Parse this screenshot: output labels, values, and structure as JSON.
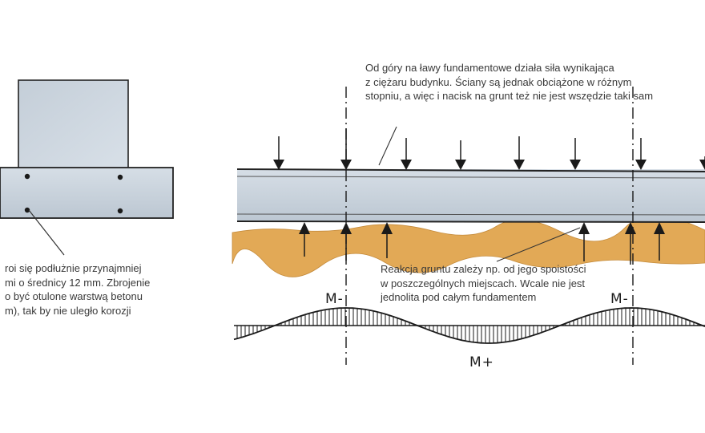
{
  "annotations": {
    "top_note": "Od góry na ławy fundamentowe działa siła wynikająca\nz ciężaru budynku. Ściany są jednak obciążone w różnym\nstopniu, a więc i nacisk na grunt też nie jest wszędzie taki sam",
    "soil_note": "Reakcja gruntu zależy np. od jego spoistości\nw poszczególnych miejscach. Wcale nie jest\njednolita pod całym fundamentem",
    "left_note": "roi się podłużnie przynajmniej\nmi o średnicy 12 mm. Zbrojenie\no być otulone warstwą betonu\nm), tak by nie uległo korozji"
  },
  "moment_labels": {
    "negative": "M-",
    "positive": "M+"
  },
  "colors": {
    "concrete": "#c9d3dd",
    "concrete_edge": "#222222",
    "soil": "#e3ac5a",
    "ink": "#1a1a1a",
    "text": "#3a3a3a"
  },
  "icons": {
    "load_arrow": "down-arrow-icon",
    "reaction_arrow": "up-arrow-icon"
  }
}
